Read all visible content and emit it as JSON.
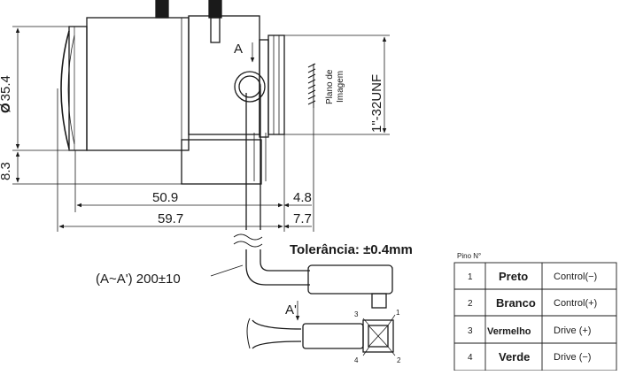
{
  "dimensions": {
    "diameter": "35.4",
    "diameter_symbol": "Ø",
    "height_small": "8.3",
    "length_inner": "50.9",
    "length_total": "59.7",
    "flange_1": "4.8",
    "flange_2": "7.7"
  },
  "labels": {
    "section_a": "A",
    "section_a_prime": "A'",
    "image_plane_line1": "Plano de",
    "image_plane_line2": "Imagem",
    "thread": "1\"-32UNF",
    "tolerance": "Tolerância: ±0.4mm",
    "cable": "(A~A') 200±10",
    "pin_1": "1",
    "pin_2": "2",
    "pin_3": "3",
    "pin_4": "4"
  },
  "pin_table": {
    "header": "Pino N°",
    "rows": [
      {
        "no": "1",
        "color": "Preto",
        "function": "Control(−)"
      },
      {
        "no": "2",
        "color": "Branco",
        "function": "Control(+)"
      },
      {
        "no": "3",
        "color": "Vermelho",
        "function": "Drive   (+)"
      },
      {
        "no": "4",
        "color": "Verde",
        "function": "Drive   (−)"
      }
    ]
  }
}
